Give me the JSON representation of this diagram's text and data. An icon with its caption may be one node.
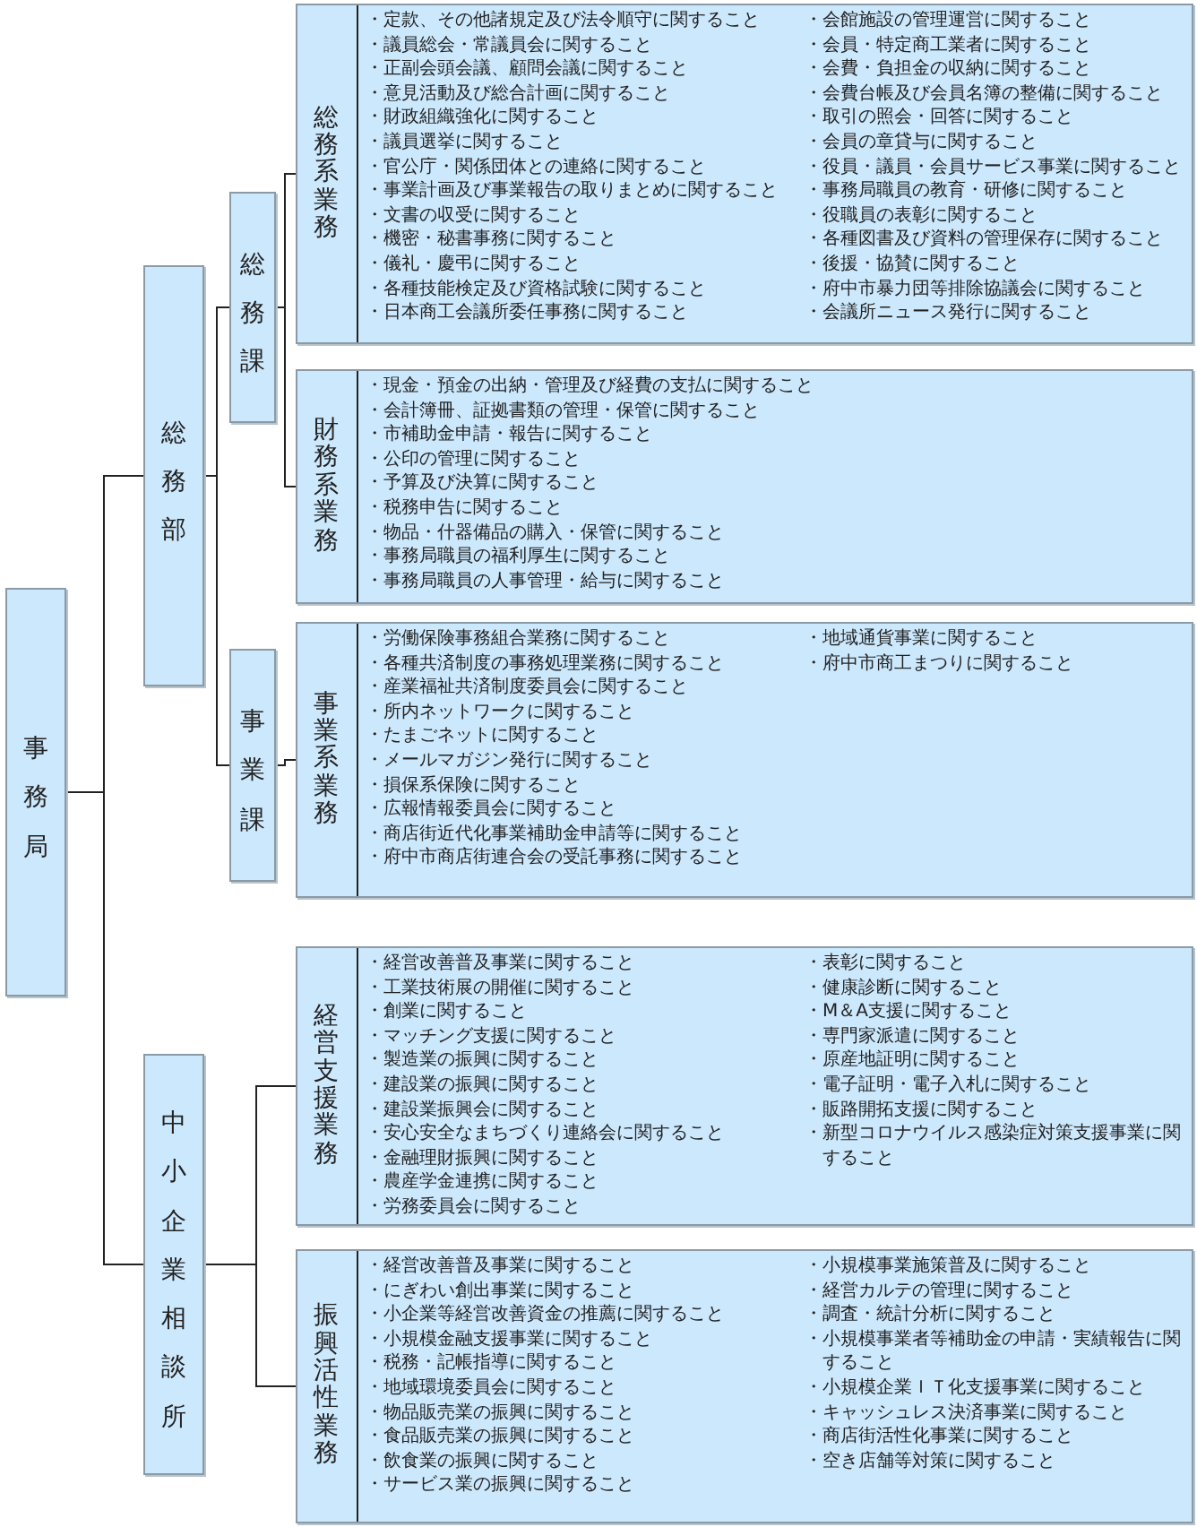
{
  "diagram": {
    "nodes": [
      {
        "text": [
          "事務局"
        ]
      },
      {
        "text": [
          "総務部"
        ]
      },
      {
        "text": [
          "中小企業相談所"
        ]
      },
      {
        "text": [
          "総務課"
        ]
      },
      {
        "text": [
          "事業課"
        ]
      },
      {
        "text": [
          "総務系業務",
          "・定款、その他諸規定及び法令順守に関すること",
          "・議員総会・常議員会に関すること",
          "・正副会頭会議、顧問会議に関すること",
          "・意見活動及び総合計画に関すること",
          "・財政組織強化に関すること",
          "・議員選挙に関すること",
          "・官公庁・関係団体との連絡に関すること",
          "・事業計画及び事業報告の取りまとめに関すること",
          "・文書の収受に関すること",
          "・機密・秘書事務に関すること",
          "・儀礼・慶弔に関すること",
          "・各種技能検定及び資格試験に関すること",
          "・日本商工会議所委任事務に関すること",
          "・会館施設の管理運営に関すること",
          "・会員・特定商工業者に関すること",
          "・会費・負担金の収納に関すること",
          "・会費台帳及び会員名簿の整備に関すること",
          "・取引の照会・回答に関すること",
          "・会員の章貸与に関すること",
          "・役員・議員・会員サービス事業に関すること",
          "・事務局職員の教育・研修に関すること",
          "・役職員の表彰に関すること",
          "・各種図書及び資料の管理保存に関すること",
          "・後援・協賛に関すること",
          "・府中市暴力団等排除協議会に関すること",
          "・会議所ニュース発行に関すること"
        ]
      },
      {
        "text": [
          "財務系業務",
          "・現金・預金の出納・管理及び経費の支払に関すること",
          "・会計簿冊、証拠書類の管理・保管に関すること",
          "・市補助金申請・報告に関すること",
          "・公印の管理に関すること",
          "・予算及び決算に関すること",
          "・税務申告に関すること",
          "・物品・什器備品の購入・保管に関すること",
          "・事務局職員の福利厚生に関すること",
          "・事務局職員の人事管理・給与に関すること"
        ]
      },
      {
        "text": [
          "事業系業務",
          "・労働保険事務組合業務に関すること",
          "・各種共済制度の事務処理業務に関すること",
          "・産業福祉共済制度委員会に関すること",
          "・所内ネットワークに関すること",
          "・たまごネットに関すること",
          "・メールマガジン発行に関すること",
          "・損保系保険に関すること",
          "・広報情報委員会に関すること",
          "・商店街近代化事業補助金申請等に関すること",
          "・府中市商店街連合会の受託事務に関すること",
          "・地域通貨事業に関すること",
          "・府中市商工まつりに関すること"
        ]
      },
      {
        "text": [
          "経営支援業務",
          "・経営改善普及事業に関すること",
          "・工業技術展の開催に関すること",
          "・創業に関すること",
          "・マッチング支援に関すること",
          "・製造業の振興に関すること",
          "・建設業の振興に関すること",
          "・建設業振興会に関すること",
          "・安心安全なまちづくり連絡会に関すること",
          "・金融理財振興に関すること",
          "・農産学金連携に関すること",
          "・労務委員会に関すること",
          "・表彰に関すること",
          "・健康診断に関すること",
          "・M＆A支援に関すること",
          "・専門家派遣に関すること",
          "・原産地証明に関すること",
          "・電子証明・電子入札に関すること",
          "・販路開拓支援に関すること",
          "・新型コロナウイルス感染症対策支援事業に関すること"
        ]
      },
      {
        "text": [
          "振興活性業務",
          "・経営改善普及事業に関すること",
          "・にぎわい創出事業に関すること",
          "・小企業等経営改善資金の推薦に関すること",
          "・小規模金融支援事業に関すること",
          "・税務・記帳指導に関すること",
          "・地域環境委員会に関すること",
          "・物品販売業の振興に関すること",
          "・食品販売業の振興に関すること",
          "・飲食業の振興に関すること",
          "・サービス業の振興に関すること",
          "・小規模事業施策普及に関すること",
          "・経営カルテの管理に関すること",
          "・調査・統計分析に関すること",
          "・小規模事業者等補助金の申請・実績報告に関すること",
          "・小規模企業ＩＴ化支援事業に関すること",
          "・キャッシュレス決済事業に関すること",
          "・商店街活性化事業に関すること",
          "・空き店舗等対策に関すること"
        ]
      }
    ],
    "edges": [
      {
        "from": 0,
        "to": 1,
        "arrow": "none"
      },
      {
        "from": 0,
        "to": 2,
        "arrow": "none"
      },
      {
        "from": 1,
        "to": 3,
        "arrow": "none"
      },
      {
        "from": 1,
        "to": 4,
        "arrow": "none"
      },
      {
        "from": 3,
        "to": 5,
        "arrow": "none"
      },
      {
        "from": 3,
        "to": 6,
        "arrow": "none"
      },
      {
        "from": 4,
        "to": 7,
        "arrow": "none"
      },
      {
        "from": 2,
        "to": 8,
        "arrow": "none"
      },
      {
        "from": 2,
        "to": 9,
        "arrow": "none"
      }
    ]
  }
}
